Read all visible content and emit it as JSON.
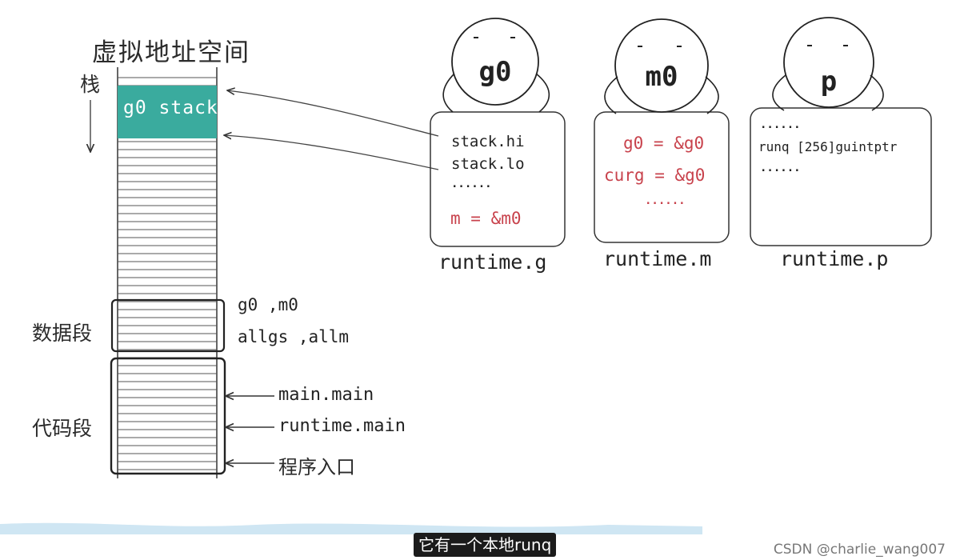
{
  "title": "虚拟地址空间",
  "memory": {
    "stack_label": "栈",
    "g0_stack": "g0 stack",
    "data_segment": "数据段",
    "code_segment": "代码段",
    "data_items": [
      "g0 ,m0",
      "allgs ,allm"
    ],
    "code_items": [
      "main.main",
      "runtime.main",
      "程序入口"
    ],
    "stack_color": "#3aab9e"
  },
  "structs": [
    {
      "ball": "g0",
      "name": "runtime.g",
      "fields": [
        {
          "text": "stack.hi",
          "red": false
        },
        {
          "text": "stack.lo",
          "red": false
        },
        {
          "text": "......",
          "red": false
        },
        {
          "text": "m = &m0",
          "red": true
        }
      ]
    },
    {
      "ball": "m0",
      "name": "runtime.m",
      "fields": [
        {
          "text": "g0 = &g0",
          "red": true
        },
        {
          "text": "curg = &g0",
          "red": true
        },
        {
          "text": "......",
          "red": true
        }
      ]
    },
    {
      "ball": "p",
      "name": "runtime.p",
      "fields": [
        {
          "text": "......",
          "red": false
        },
        {
          "text": "runq [256]guintptr",
          "red": false
        },
        {
          "text": "......",
          "red": false
        }
      ]
    }
  ],
  "subtitle": "它有一个本地runq",
  "watermark": "CSDN @charlie_wang007",
  "colors": {
    "red": "#c8424c",
    "teal": "#3aab9e"
  }
}
